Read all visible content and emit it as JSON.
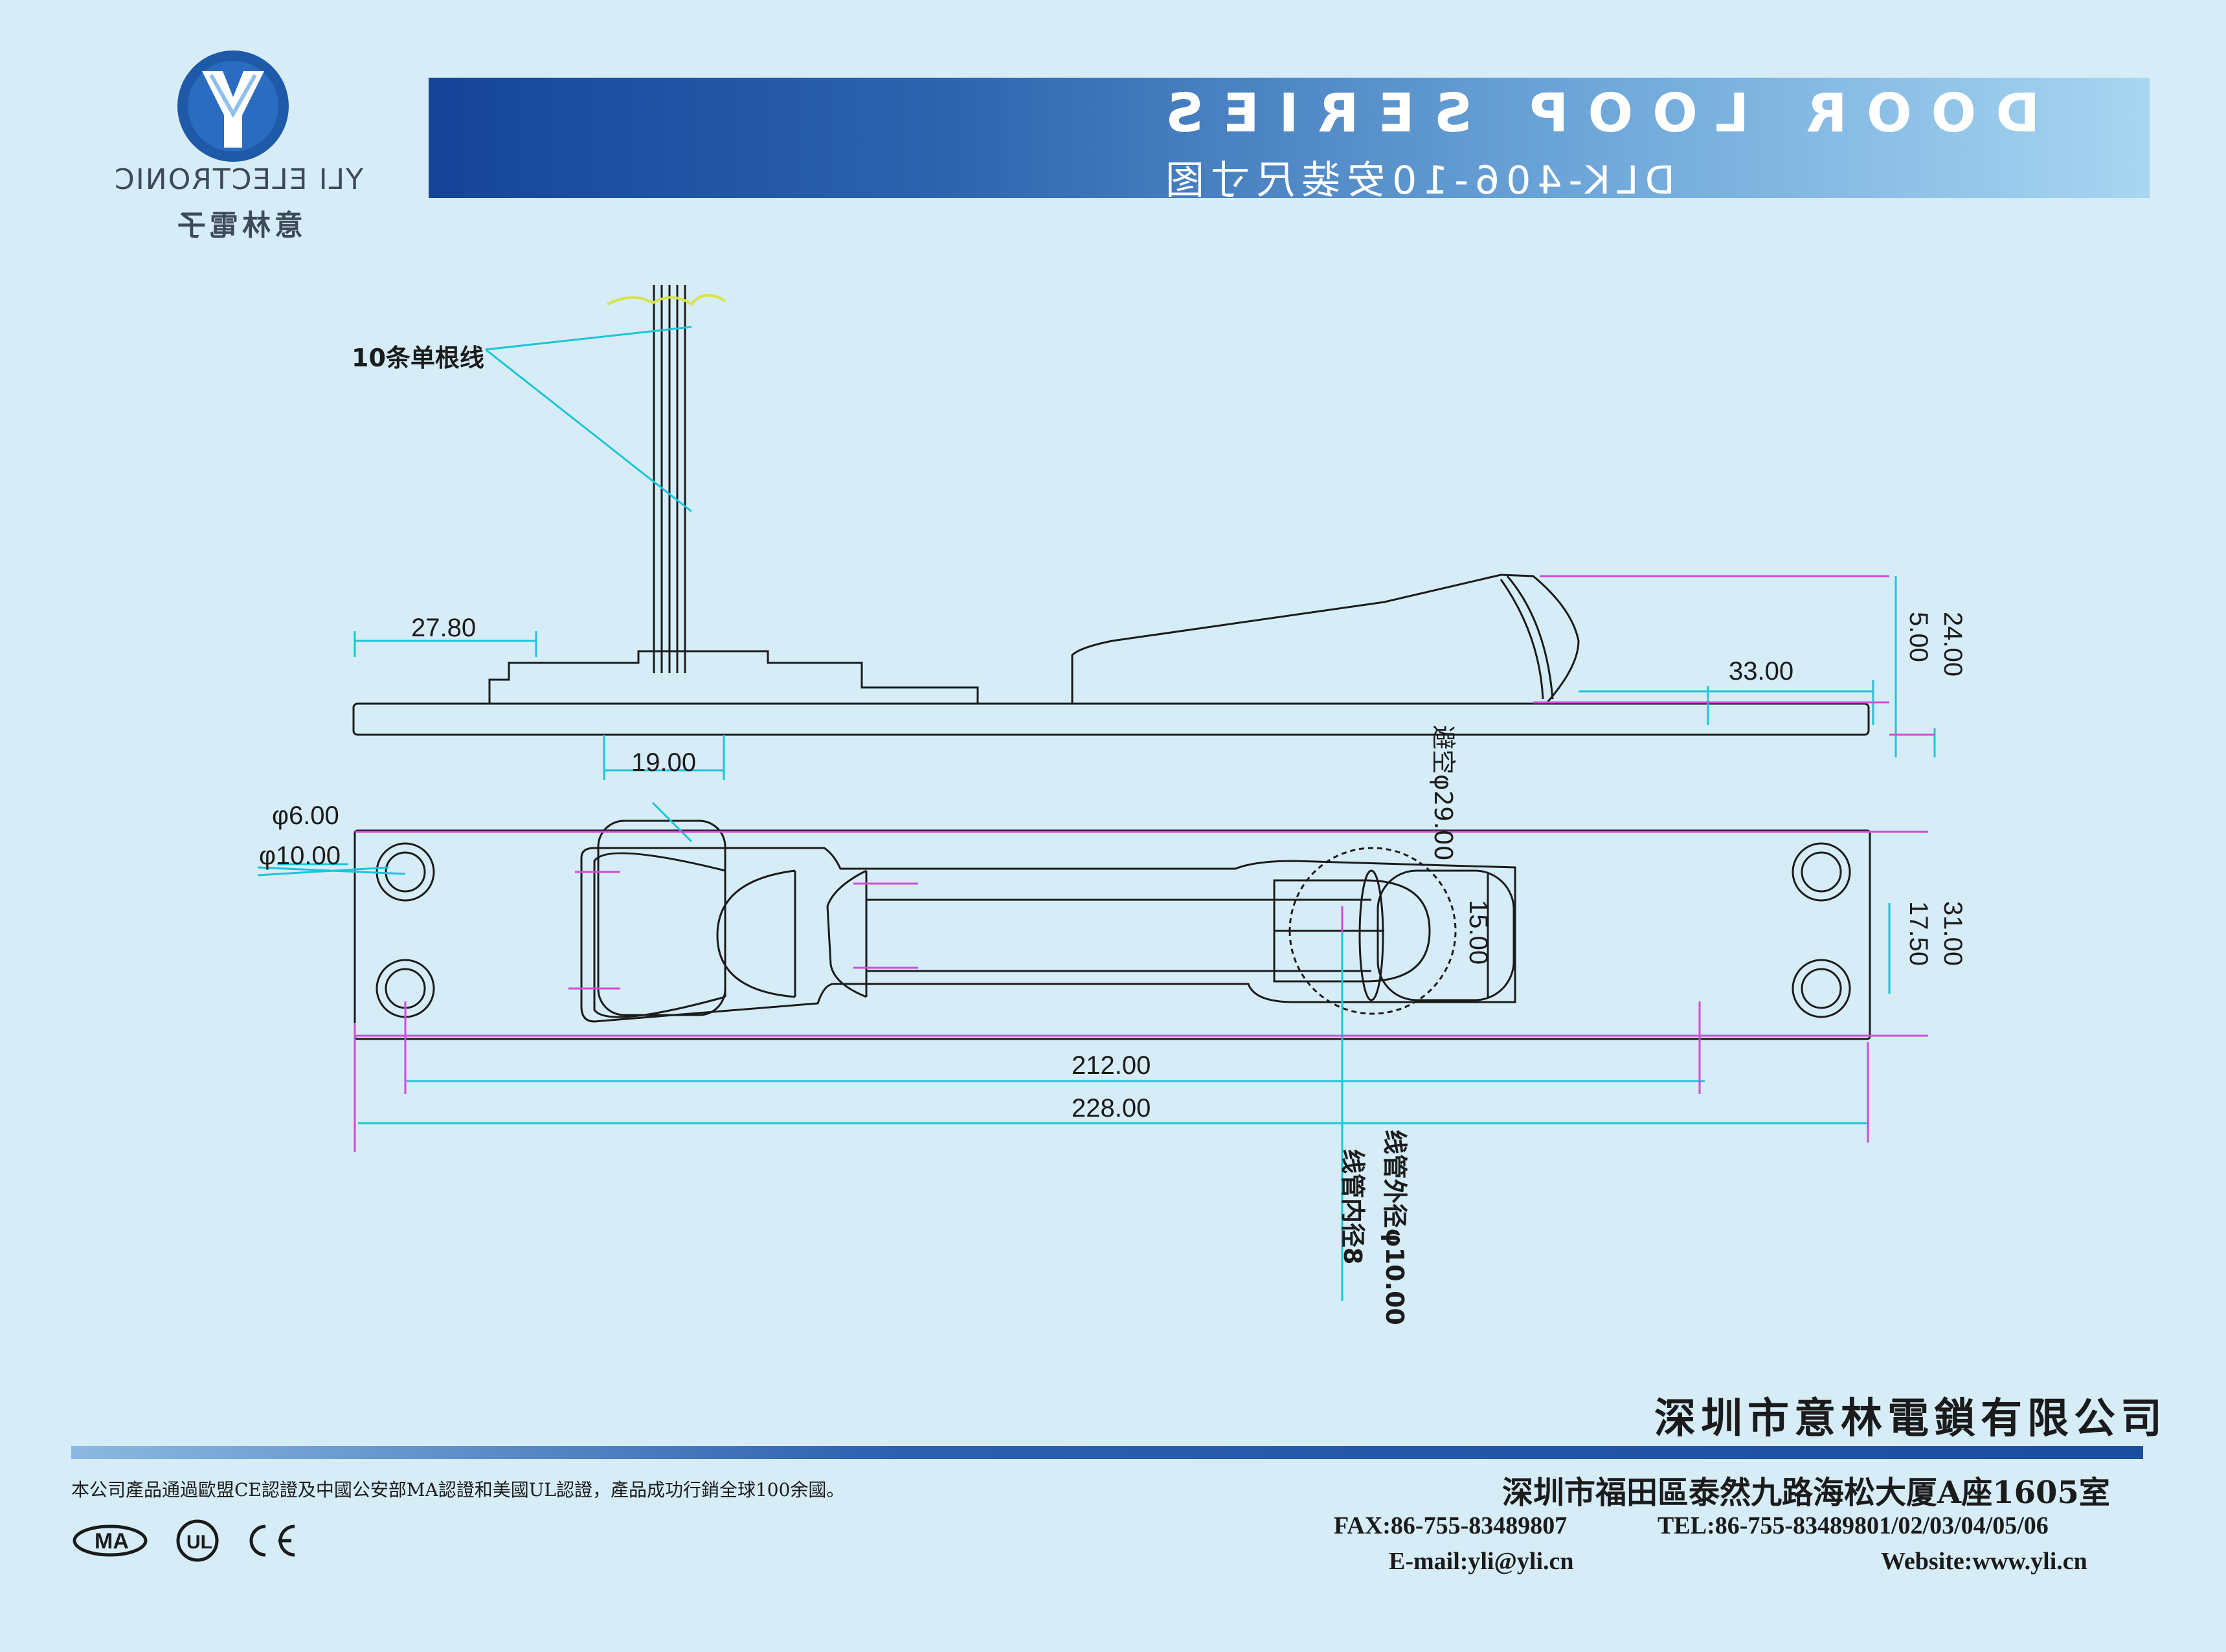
{
  "header": {
    "title": "DOOR LOOP SERIES",
    "subtitle": "DLK-406-10安装尺寸图"
  },
  "brand": {
    "logo_icon": "yli-y-logo-icon",
    "name_en": "YLI ELECTRONIC",
    "name_cn": "意林電子",
    "accent": "#1f5aa8"
  },
  "drawing": {
    "wire_label": "10条单根线",
    "hole_label": "避空φ29.00",
    "tube_label_line1": "线管外径φ10.00",
    "tube_label_line2": "线管内径8",
    "dims": {
      "d_27_80": "27.80",
      "d_19_00": "19.00",
      "d_6": "φ6.00",
      "d_10": "φ10.00",
      "d_33_00": "33.00",
      "d_5_00": "5.00",
      "d_24_00": "24.00",
      "d_15_00": "15.00",
      "d_17_50": "17.50",
      "d_31_00": "31.00",
      "d_212": "212.00",
      "d_228": "228.00"
    }
  },
  "footer": {
    "company": "深圳市意林電鎖有限公司",
    "address": "深圳市福田區泰然九路海松大厦A座1605室",
    "tel": "TEL:86-755-83489801/02/03/04/05/06",
    "fax": "FAX:86-755-83489807",
    "website": "Website:www.yli.cn",
    "email": "E-mail:yli@yli.cn",
    "note": "本公司產品通過歐盟CE認證及中國公安部MA認證和美國UL認證，產品成功行銷全球100余國。",
    "certs": [
      "CE",
      "UL",
      "MA"
    ]
  }
}
